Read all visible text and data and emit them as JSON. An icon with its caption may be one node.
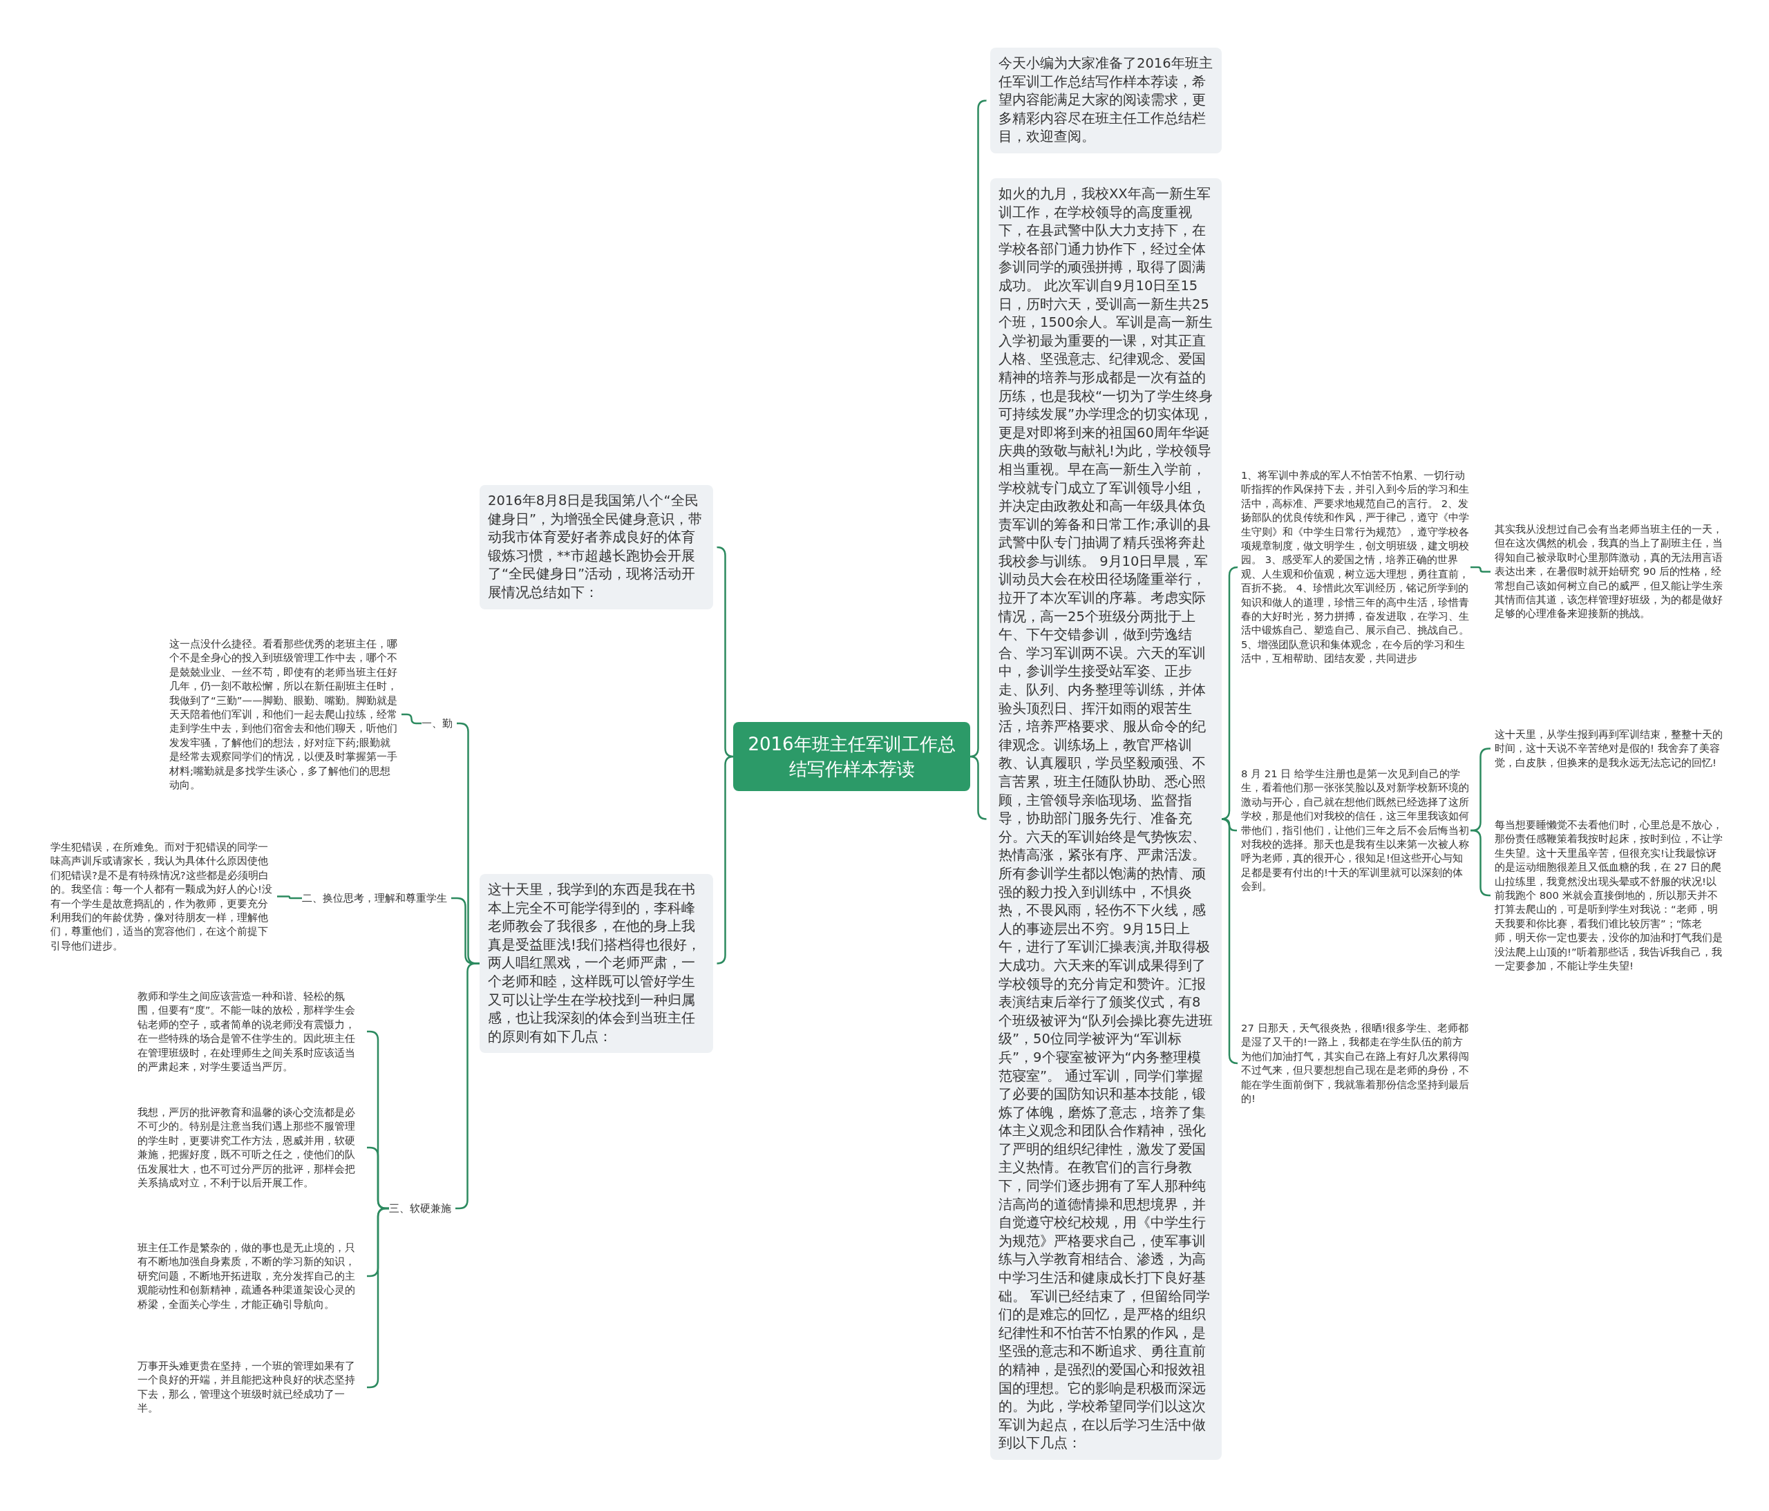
{
  "diagram": {
    "nodes": [
      {
        "text": [
          "2016年班主任军训工作总结写作样本荐读"
        ]
      },
      {
        "text": [
          "今天小编为大家准备了2016年班主任军训工作总结写作样本荐读，希望内容能满足大家的阅读需求，更多精彩内容尽在班主任工作总结栏目，欢迎查阅。"
        ]
      },
      {
        "text": [
          "如火的九月，我校XX年高一新生军训工作，在学校领导的高度重视下，在县武警中队大力支持下，在学校各部门通力协作下，经过全体参训同学的顽强拼搏，取得了圆满成功。 此次军训自9月10日至15日，历时六天，受训高一新生共25个班，1500余人。军训是高一新生入学初最为重要的一课，对其正直人格、坚强意志、纪律观念、爱国精神的培养与形成都是一次有益的历练，也是我校“一切为了学生终身可持续发展”办学理念的切实体现，更是对即将到来的祖国60周年华诞庆典的致敬与献礼!为此，学校领导相当重视。早在高一新生入学前，学校就专门成立了军训领导小组，并决定由政教处和高一年级具体负责军训的筹备和日常工作;承训的县武警中队专门抽调了精兵强将奔赴我校参与训练。 9月10日早晨，军训动员大会在校田径场隆重举行，拉开了本次军训的序幕。考虑实际情况，高一25个班级分两批于上午、下午交错参训，做到劳逸结合、学习军训两不误。六天的军训中，参训学生接受站军姿、正步走、队列、内务整理等训练，并体验头顶烈日、挥汗如雨的艰苦生活，培养严格要求、服从命令的纪律观念。训练场上，教官严格训教、认真履职，学员坚毅顽强、不言苦累，班主任随队协助、悉心照顾，主管领导亲临现场、监督指导，协助部门服务先行、准备充分。六天的军训始终是气势恢宏、热情高涨，紧张有序、严肃活泼。所有参训学生都以饱满的热情、顽强的毅力投入到训练中，不惧炎热，不畏风雨，轻伤不下火线，感人的事迹层出不穷。9月15日上午，进行了军训汇操表演,并取得极大成功。六天来的军训成果得到了学校领导的充分肯定和赞许。汇报表演结束后举行了颁奖仪式，有8个班级被评为“队列会操比赛先进班级”，50位同学被评为“军训标兵”，9个寝室被评为“内务整理模范寝室”。 通过军训，同学们掌握了必要的国防知识和基本技能，锻炼了体魄，磨炼了意志，培养了集体主义观念和团队合作精神，强化了严明的组织纪律性，激发了爱国主义热情。在教官们的言行身教下，同学们逐步拥有了军人那种纯洁高尚的道德情操和思想境界，并自觉遵守校纪校规，用《中学生行为规范》严格要求自己，使军事训练与入学教育相结合、渗透，为高中学习生活和健康成长打下良好基础。 军训已经结束了，但留给同学们的是难忘的回忆，是严格的组织纪律性和不怕苦不怕累的作风，是坚强的意志和不断追求、勇往直前的精神，是强烈的爱国心和报效祖国的理想。它的影响是积极而深远的。为此，学校希望同学们以这次军训为起点，在以后学习生活中做到以下几点："
        ]
      },
      {
        "text": [
          "1、将军训中养成的军人不怕苦不怕累、一切行动听指挥的作风保持下去，并引入到今后的学习和生活中，高标准、严要求地规范自己的言行。 2、发扬部队的优良传统和作风，严于律己，遵守《中学生守则》和《中学生日常行为规范》，遵守学校各项规章制度，做文明学生，创文明班级，建文明校园。 3、感受军人的爱国之情，培养正确的世界观、人生观和价值观，树立远大理想，勇往直前，百折不挠。 4、珍惜此次军训经历，铭记所学到的知识和做人的道理，珍惜三年的高中生活，珍惜青春的大好时光，努力拼搏，奋发进取，在学习、生活中锻炼自己、塑造自己、展示自己、挑战自己。 5、增强团队意识和集体观念，在今后的学习和生活中，互相帮助、团结友爱，共同进步"
        ]
      },
      {
        "text": [
          "8 月 21 日 给学生注册也是第一次见到自己的学生，看着他们那一张张笑脸以及对新学校新环境的激动与开心，自己就在想他们既然已经选择了这所学校，那是他们对我校的信任，这三年里我该如何带他们，指引他们，让他们三年之后不会后悔当初对我校的选择。那天也是我有生以来第一次被人称呼为老师，真的很开心，很知足!但这些开心与知足都是要有付出的!十天的军训里就可以深刻的体会到。"
        ]
      },
      {
        "text": [
          "27 日那天，天气很炎热，很晒!很多学生、老师都是湿了又干的!一路上，我都走在学生队伍的前方为他们加油打气，其实自己在路上有好几次累得闯不过气来，但只要想想自己现在是老师的身份，不能在学生面前倒下，我就靠着那份信念坚持到最后的!"
        ]
      },
      {
        "text": [
          "其实我从没想过自己会有当老师当班主任的一天，但在这次偶然的机会，我真的当上了副班主任，当得知自己被录取时心里那阵激动，真的无法用言语表达出来，在暑假时就开始研究 90 后的性格，经常想自己该如何树立自己的威严，但又能让学生亲其情而信其道，该怎样管理好班级，为的都是做好足够的心理准备来迎接新的挑战。"
        ]
      },
      {
        "text": [
          "这十天里，从学生报到再到军训结束，整整十天的时间，这十天说不辛苦绝对是假的! 我舍弃了美容觉，白皮肤，但换来的是我永远无法忘记的回忆!"
        ]
      },
      {
        "text": [
          "每当想要睡懒觉不去看他们时，心里总是不放心，那份责任感鞭策着我按时起床，按时到位，不让学生失望。这十天里虽辛苦，但很充实!让我最惊讶的是运动细胞很差且又低血糖的我，在 27 日的爬山拉练里，我竟然没出现头晕或不舒服的状况!以前我跑个 800 米就会直接倒地的，所以那天并不打算去爬山的，可是听到学生对我说：“老师，明天我要和你比赛，看我们谁比较厉害”；“陈老师，明天你一定也要去，没你的加油和打气我们是没法爬上山顶的!”听着那些话，我告诉我自己，我一定要参加，不能让学生失望!"
        ]
      },
      {
        "text": [
          "2016年8月8日是我国第八个“全民健身日”，为增强全民健身意识，带动我市体育爱好者养成良好的体育锻炼习惯，**市超越长跑协会开展了“全民健身日”活动，现将活动开展情况总结如下："
        ]
      },
      {
        "text": [
          "这十天里，我学到的东西是我在书本上完全不可能学得到的，李科峰老师教会了我很多，在他的身上我真是受益匪浅!我们搭档得也很好，两人唱红黑戏，一个老师严肃，一个老师和睦，这样既可以管好学生又可以让学生在学校找到一种归属感，也让我深刻的体会到当班主任的原则有如下几点："
        ]
      },
      {
        "text": [
          "一、勤"
        ]
      },
      {
        "text": [
          "这一点没什么捷径。看看那些优秀的老班主任，哪个不是全身心的投入到班级管理工作中去，哪个不是兢兢业业、一丝不苟，即使有的老师当班主任好几年，仍一刻不敢松懈，所以在新任副班主任时，我做到了“三勤”——脚勤、眼勤、嘴勤。脚勤就是天天陪着他们军训，和他们一起去爬山拉练，经常走到学生中去，到他们宿舍去和他们聊天，听他们发发牢骚，了解他们的想法，好对症下药;眼勤就是经常去观察同学们的情况，以便及时掌握第一手材料;嘴勤就是多找学生谈心，多了解他们的思想动向。"
        ]
      },
      {
        "text": [
          "二、换位思考，理解和尊重学生"
        ]
      },
      {
        "text": [
          "学生犯错误，在所难免。而对于犯错误的同学一味高声训斥或请家长，我认为具体什么原因使他们犯错误?是不是有特殊情况?这些都是必须明白的。我坚信：每一个人都有一颗成为好人的心!没有一个学生是故意捣乱的，作为教师，更要充分利用我们的年龄优势，像对待朋友一样，理解他们，尊重他们，适当的宽容他们，在这个前提下引导他们进步。"
        ]
      },
      {
        "text": [
          "三、软硬兼施"
        ]
      },
      {
        "text": [
          "教师和学生之间应该营造一种和谐、轻松的氛围，但要有“度”。不能一味的放松，那样学生会钻老师的空子，或者简单的说老师没有震慑力，在一些特殊的场合是管不住学生的。因此班主任在管理班级时，在处理师生之间关系时应该适当的严肃起来，对学生要适当严厉。"
        ]
      },
      {
        "text": [
          "我想，严厉的批评教育和温馨的谈心交流都是必不可少的。特别是注意当我们遇上那些不服管理的学生时，更要讲究工作方法，恩威并用，软硬兼施，把握好度，既不可听之任之，使他们的队伍发展壮大，也不可过分严厉的批评，那样会把关系搞成对立，不利于以后开展工作。"
        ]
      },
      {
        "text": [
          "班主任工作是繁杂的，做的事也是无止境的，只有不断地加强自身素质，不断的学习新的知识，研究问题，不断地开拓进取，充分发挥自己的主观能动性和创新精神，疏通各种渠道架设心灵的桥梁，全面关心学生，才能正确引导航向。"
        ]
      },
      {
        "text": [
          "万事开头难更贵在坚持，一个班的管理如果有了一个良好的开端，并且能把这种良好的状态坚持下去，那么，管理这个班级时就已经成功了一半。"
        ]
      }
    ],
    "edges": [
      {
        "from": 0,
        "to": 1,
        "arrow": "none"
      },
      {
        "from": 0,
        "to": 2,
        "arrow": "none"
      },
      {
        "from": 2,
        "to": 3,
        "arrow": "none"
      },
      {
        "from": 2,
        "to": 4,
        "arrow": "none"
      },
      {
        "from": 2,
        "to": 5,
        "arrow": "none"
      },
      {
        "from": 3,
        "to": 6,
        "arrow": "none"
      },
      {
        "from": 4,
        "to": 7,
        "arrow": "none"
      },
      {
        "from": 4,
        "to": 8,
        "arrow": "none"
      },
      {
        "from": 0,
        "to": 9,
        "arrow": "none"
      },
      {
        "from": 0,
        "to": 10,
        "arrow": "none"
      },
      {
        "from": 10,
        "to": 11,
        "arrow": "none"
      },
      {
        "from": 11,
        "to": 12,
        "arrow": "none"
      },
      {
        "from": 10,
        "to": 13,
        "arrow": "none"
      },
      {
        "from": 13,
        "to": 14,
        "arrow": "none"
      },
      {
        "from": 10,
        "to": 15,
        "arrow": "none"
      },
      {
        "from": 15,
        "to": 16,
        "arrow": "none"
      },
      {
        "from": 15,
        "to": 17,
        "arrow": "none"
      },
      {
        "from": 15,
        "to": 18,
        "arrow": "none"
      },
      {
        "from": 15,
        "to": 19,
        "arrow": "none"
      }
    ]
  }
}
